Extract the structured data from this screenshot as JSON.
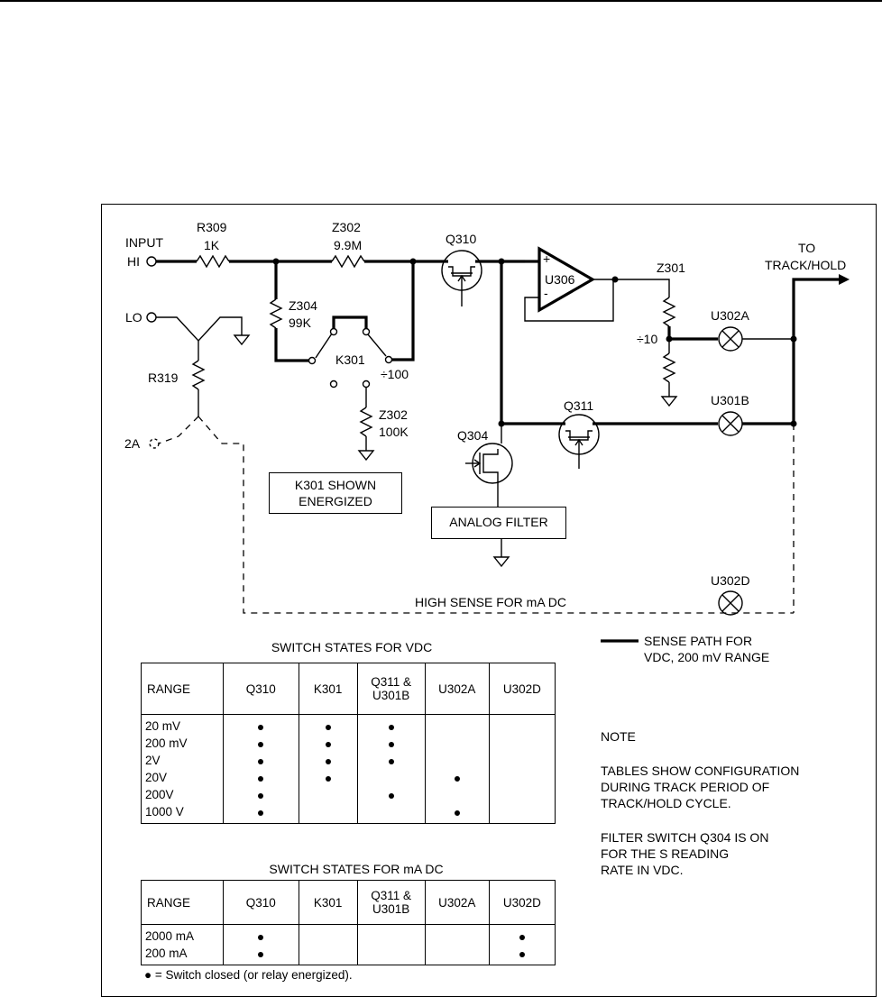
{
  "schematic": {
    "input_hi": [
      "INPUT",
      "HI"
    ],
    "lo": "LO",
    "r309": [
      "R309",
      "1K"
    ],
    "z302_top": [
      "Z302",
      "9.9M"
    ],
    "z304": [
      "Z304",
      "99K"
    ],
    "k301": "K301",
    "div100": "÷100",
    "z302_bottom": [
      "Z302",
      "100K"
    ],
    "r319": "R319",
    "input_2a": "2A",
    "q310": "Q310",
    "u306": "U306",
    "z301": "Z301",
    "div10": "÷10",
    "to_track_hold": [
      "TO",
      "TRACK/HOLD"
    ],
    "u302a": "U302A",
    "u301b": "U301B",
    "q311": "Q311",
    "q304": "Q304",
    "u302d": "U302D",
    "k301_shown": [
      "K301 SHOWN",
      "ENERGIZED"
    ],
    "analog_filter": "ANALOG FILTER",
    "high_sense": "HIGH SENSE FOR mA DC",
    "legend_sense_path": [
      "SENSE PATH FOR",
      "VDC, 200 mV RANGE"
    ]
  },
  "table_vdc": {
    "caption": "SWITCH STATES FOR VDC",
    "headers": [
      "RANGE",
      "Q310",
      "K301",
      "Q311 &\nU301B",
      "U302A",
      "U302D"
    ],
    "rows": [
      {
        "range": "20 mV",
        "q310": true,
        "k301": true,
        "q311": true,
        "u302a": false,
        "u302d": false
      },
      {
        "range": "200 mV",
        "q310": true,
        "k301": true,
        "q311": true,
        "u302a": false,
        "u302d": false
      },
      {
        "range": "2V",
        "q310": true,
        "k301": true,
        "q311": true,
        "u302a": false,
        "u302d": false
      },
      {
        "range": "20V",
        "q310": true,
        "k301": true,
        "q311": false,
        "u302a": true,
        "u302d": false
      },
      {
        "range": "200V",
        "q310": true,
        "k301": false,
        "q311": true,
        "u302a": false,
        "u302d": false
      },
      {
        "range": "1000 V",
        "q310": true,
        "k301": false,
        "q311": false,
        "u302a": true,
        "u302d": false
      }
    ]
  },
  "table_madc": {
    "caption": "SWITCH STATES FOR mA DC",
    "headers": [
      "RANGE",
      "Q310",
      "K301",
      "Q311 &\nU301B",
      "U302A",
      "U302D"
    ],
    "rows": [
      {
        "range": "2000 mA",
        "q310": true,
        "k301": false,
        "q311": false,
        "u302a": false,
        "u302d": true
      },
      {
        "range": "200 mA",
        "q310": true,
        "k301": false,
        "q311": false,
        "u302a": false,
        "u302d": true
      }
    ],
    "footnote": "● = Switch closed (or relay energized)."
  },
  "note": {
    "title": "NOTE",
    "para1": [
      "TABLES SHOW CONFIGURATION",
      "DURING TRACK PERIOD OF",
      "TRACK/HOLD CYCLE."
    ],
    "para2": [
      "FILTER SWITCH Q304 IS ON",
      "FOR THE S READING",
      "RATE IN VDC."
    ]
  }
}
